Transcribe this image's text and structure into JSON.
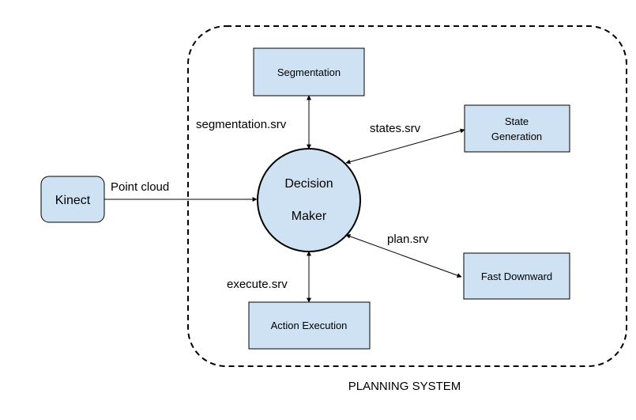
{
  "diagram": {
    "system_label": "PLANNING SYSTEM",
    "nodes": {
      "kinect": "Kinect",
      "segmentation": "Segmentation",
      "state_generation_line1": "State",
      "state_generation_line2": "Generation",
      "decision_maker_line1": "Decision",
      "decision_maker_line2": "Maker",
      "fast_downward": "Fast Downward",
      "action_execution": "Action Execution"
    },
    "edges": {
      "point_cloud": "Point cloud",
      "segmentation_srv": "segmentation.srv",
      "states_srv": "states.srv",
      "plan_srv": "plan.srv",
      "execute_srv": "execute.srv"
    },
    "colors": {
      "node_fill": "#cfe2f3",
      "stroke": "#000000"
    }
  }
}
